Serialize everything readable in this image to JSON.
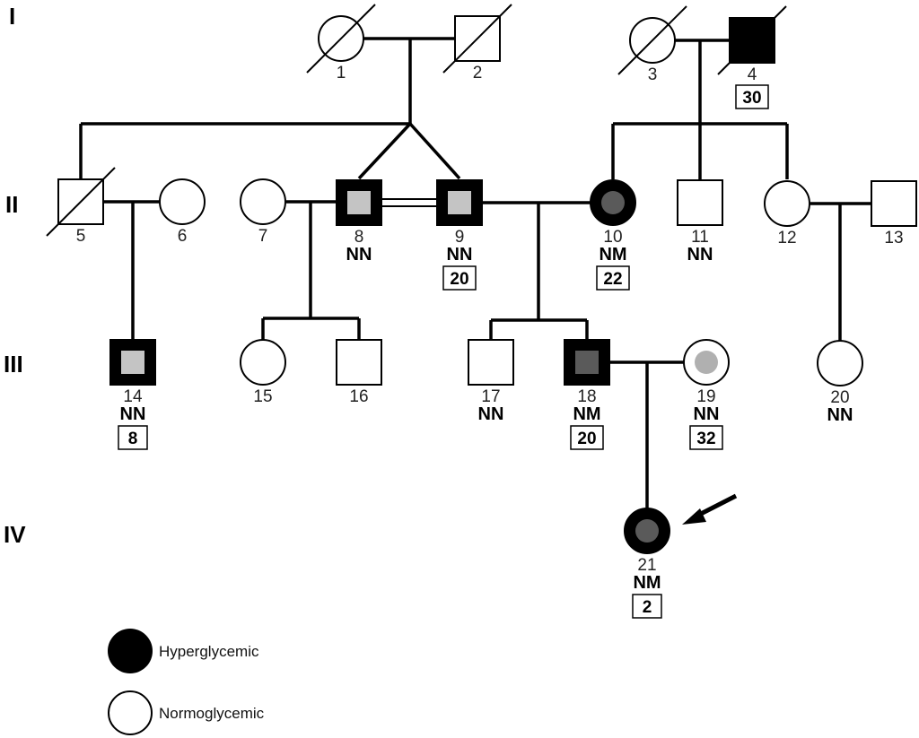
{
  "generations": [
    "I",
    "II",
    "III",
    "IV"
  ],
  "colors": {
    "affected": "#000000",
    "inner_light": "#c4c4c4",
    "inner_dark": "#5a5a5a",
    "inner_mid": "#b0b0b0",
    "unaffected": "#ffffff"
  },
  "individuals": [
    {
      "id": "1",
      "sex": "female",
      "deceased": true,
      "affected": false
    },
    {
      "id": "2",
      "sex": "male",
      "deceased": true,
      "affected": false
    },
    {
      "id": "3",
      "sex": "female",
      "deceased": true,
      "affected": false
    },
    {
      "id": "4",
      "sex": "male",
      "deceased": true,
      "affected": true,
      "value": "30"
    },
    {
      "id": "5",
      "sex": "male",
      "deceased": true,
      "affected": false
    },
    {
      "id": "6",
      "sex": "female",
      "affected": false
    },
    {
      "id": "7",
      "sex": "female",
      "affected": false
    },
    {
      "id": "8",
      "sex": "male",
      "affected": true,
      "inner": "light",
      "genotype": "NN"
    },
    {
      "id": "9",
      "sex": "male",
      "affected": true,
      "inner": "light",
      "genotype": "NN",
      "value": "20"
    },
    {
      "id": "10",
      "sex": "female",
      "affected": true,
      "inner": "dark",
      "genotype": "NM",
      "value": "22"
    },
    {
      "id": "11",
      "sex": "male",
      "affected": false,
      "genotype": "NN"
    },
    {
      "id": "12",
      "sex": "female",
      "affected": false
    },
    {
      "id": "13",
      "sex": "male",
      "affected": false
    },
    {
      "id": "14",
      "sex": "male",
      "affected": true,
      "inner": "light",
      "genotype": "NN",
      "value": "8"
    },
    {
      "id": "15",
      "sex": "female",
      "affected": false
    },
    {
      "id": "16",
      "sex": "male",
      "affected": false
    },
    {
      "id": "17",
      "sex": "male",
      "affected": false,
      "genotype": "NN"
    },
    {
      "id": "18",
      "sex": "male",
      "affected": true,
      "inner": "dark",
      "genotype": "NM",
      "value": "20"
    },
    {
      "id": "19",
      "sex": "female",
      "affected": false,
      "inner": "mid",
      "genotype": "NN",
      "value": "32"
    },
    {
      "id": "20",
      "sex": "female",
      "affected": false,
      "genotype": "NN"
    },
    {
      "id": "21",
      "sex": "female",
      "affected": true,
      "inner": "dark",
      "genotype": "NM",
      "value": "2",
      "proband": true
    }
  ],
  "legend": [
    {
      "label": "Hyperglycemic",
      "affected": true
    },
    {
      "label": "Normoglycemic",
      "affected": false
    }
  ]
}
